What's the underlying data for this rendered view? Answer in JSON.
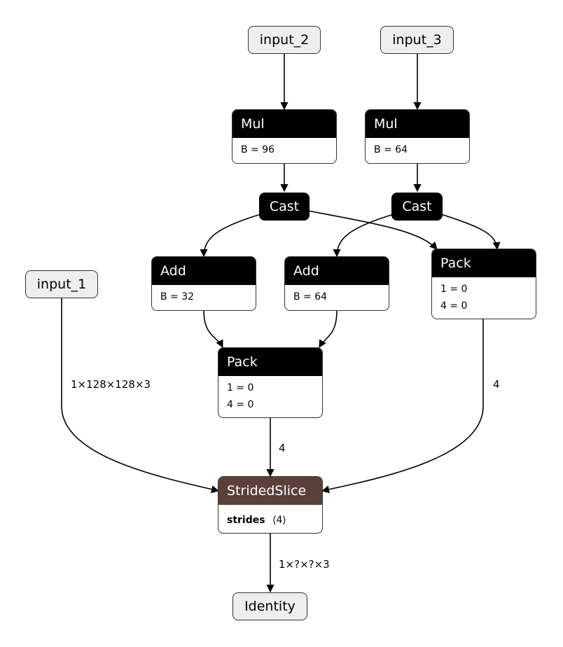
{
  "nodes": {
    "input_1": "input_1",
    "input_2": "input_2",
    "input_3": "input_3",
    "mul_1": {
      "title": "Mul",
      "attr": "B = 96"
    },
    "mul_2": {
      "title": "Mul",
      "attr": "B = 64"
    },
    "cast_1": "Cast",
    "cast_2": "Cast",
    "add_1": {
      "title": "Add",
      "attr": "B = 32"
    },
    "add_2": {
      "title": "Add",
      "attr": "B = 64"
    },
    "pack_1": {
      "title": "Pack",
      "attr1": "1 = 0",
      "attr2": "4 = 0"
    },
    "pack_2": {
      "title": "Pack",
      "attr1": "1 = 0",
      "attr2": "4 = 0"
    },
    "strided_slice": {
      "title": "StridedSlice",
      "attr_key": "strides",
      "attr_value": "⟨4⟩"
    },
    "identity": "Identity"
  },
  "edge_labels": {
    "input_1_to_slice": "1×128×128×3",
    "pack_mid_to_slice": "4",
    "pack_right_to_slice": "4",
    "slice_to_identity": "1×?×?×3"
  },
  "colors": {
    "op_header": "#000000",
    "strided_slice_header": "#5a4038",
    "io_fill": "#eeeeee",
    "edge": "#000000"
  }
}
